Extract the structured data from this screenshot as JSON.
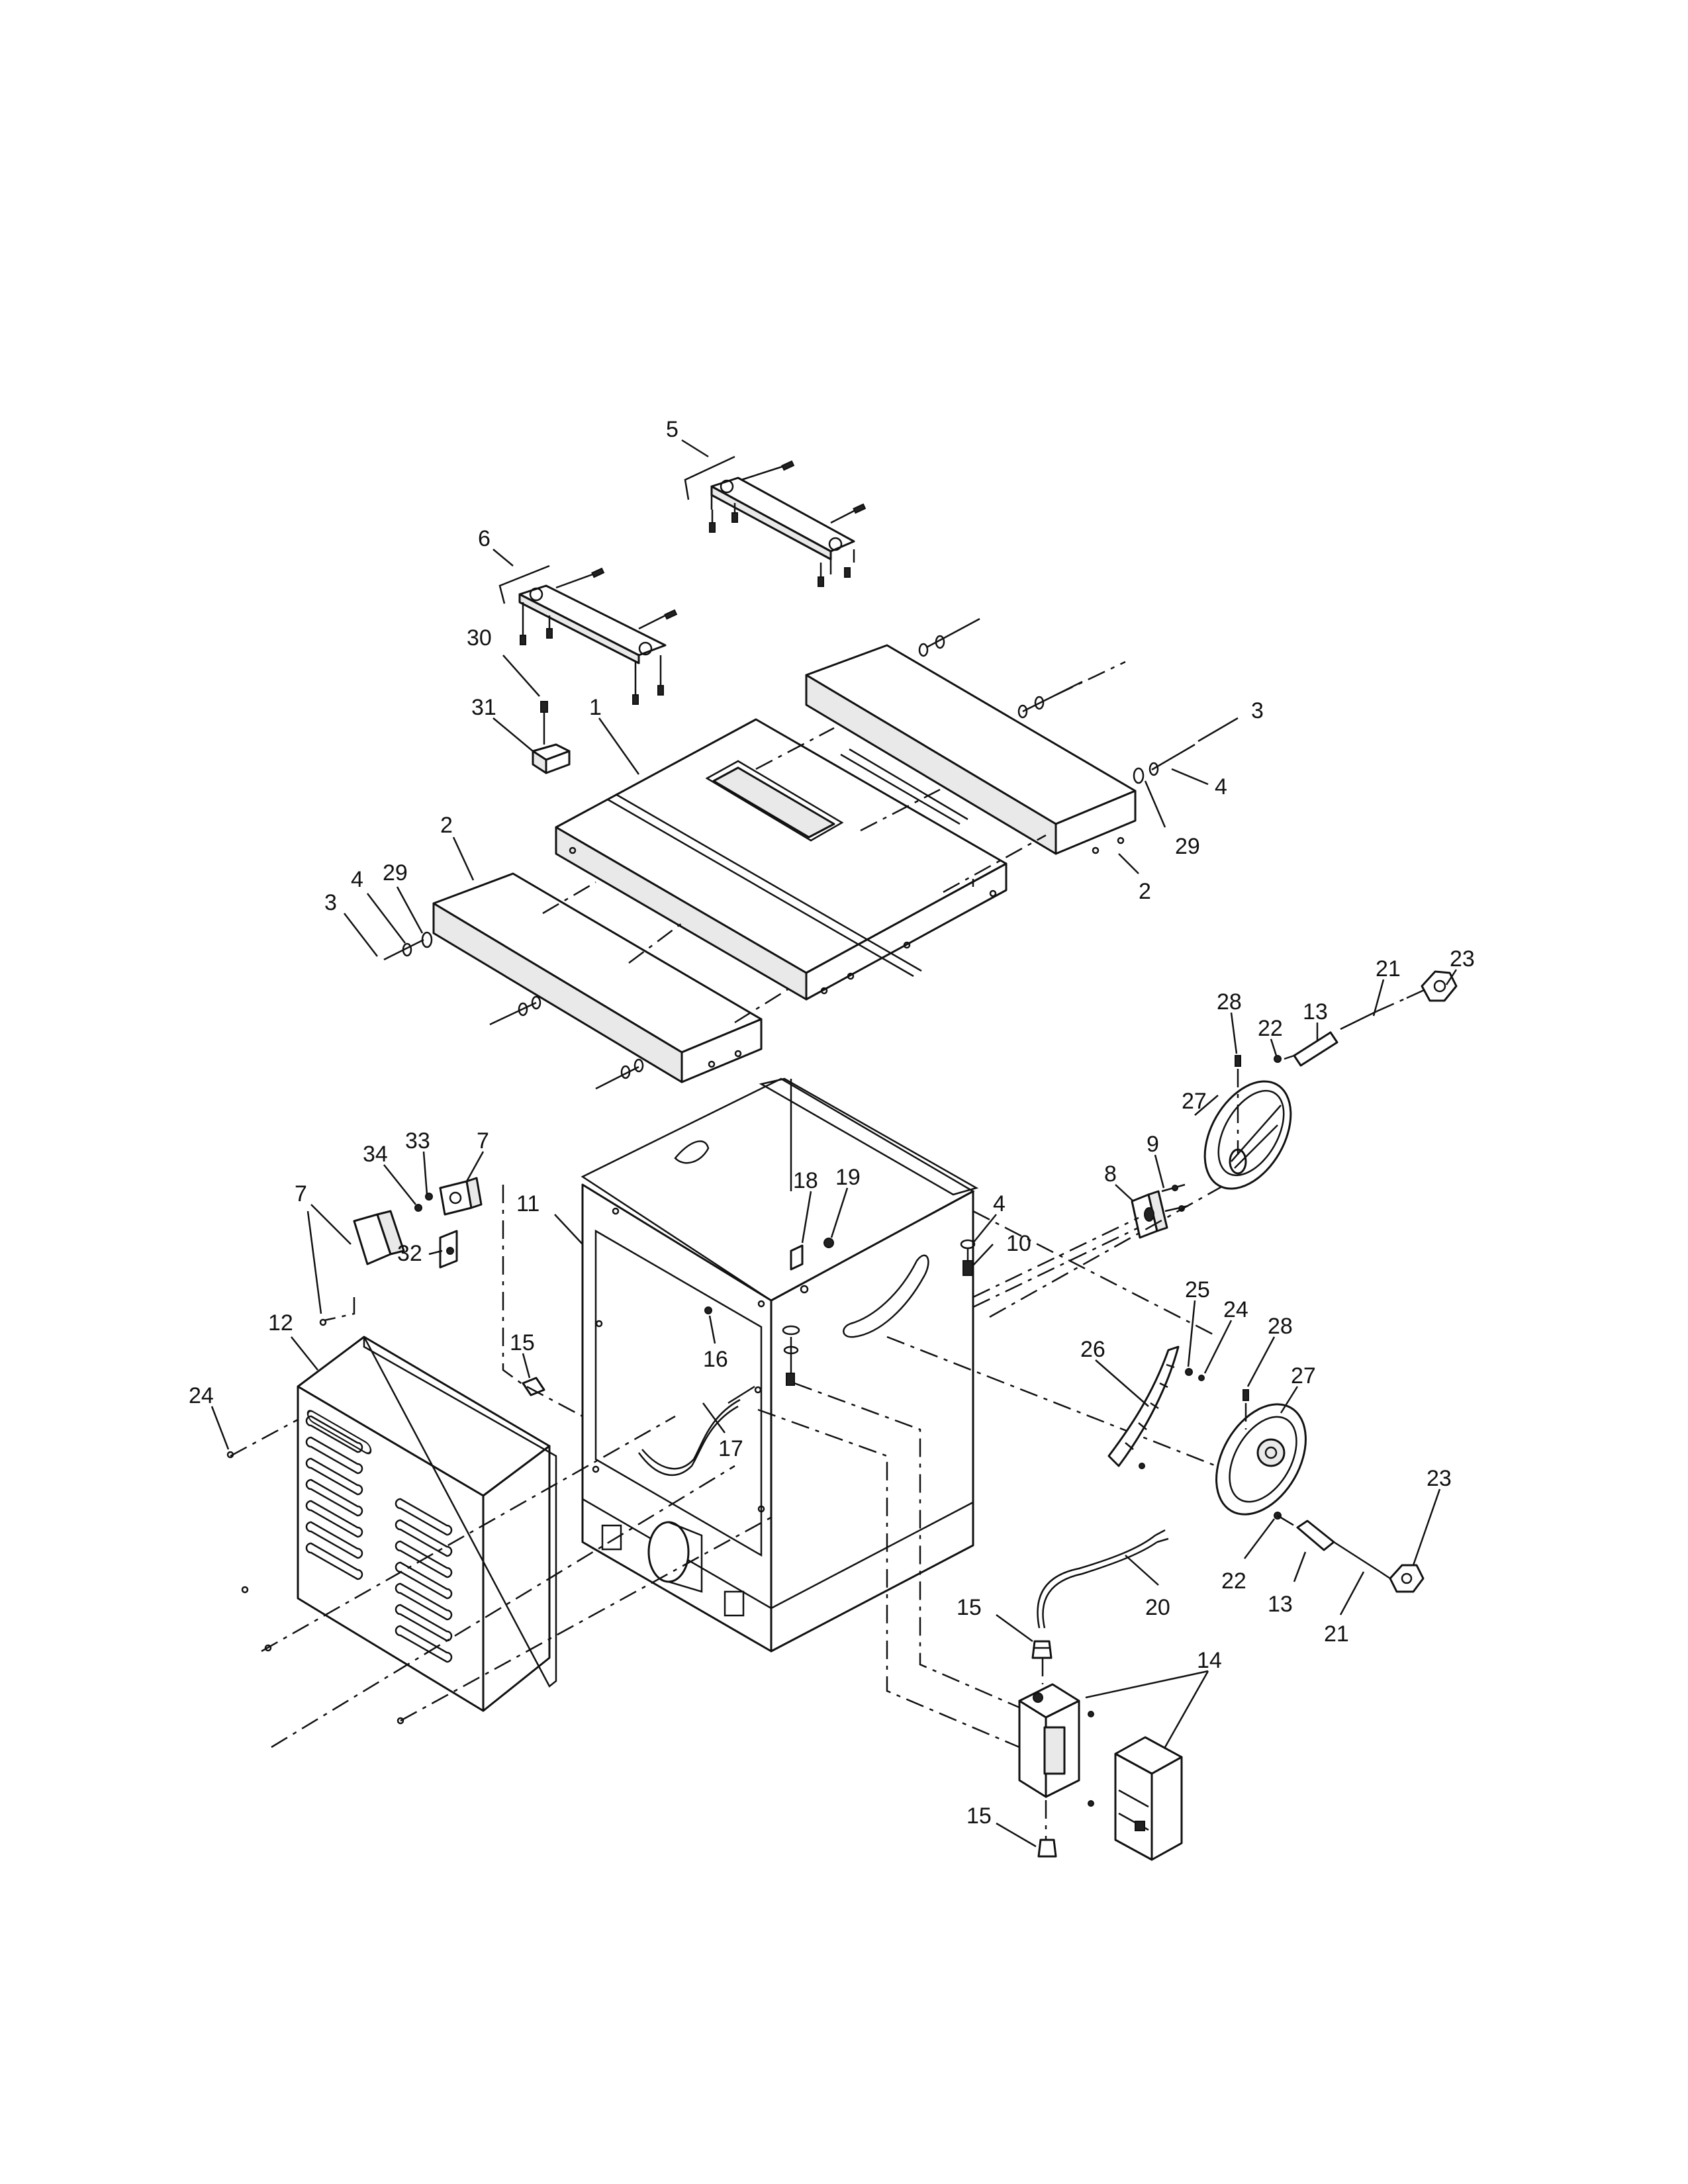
{
  "diagram": {
    "labels": [
      {
        "id": "1",
        "text": "1"
      },
      {
        "id": "2a",
        "text": "2"
      },
      {
        "id": "2b",
        "text": "2"
      },
      {
        "id": "3a",
        "text": "3"
      },
      {
        "id": "3b",
        "text": "3"
      },
      {
        "id": "4a",
        "text": "4"
      },
      {
        "id": "4b",
        "text": "4"
      },
      {
        "id": "4c",
        "text": "4"
      },
      {
        "id": "5",
        "text": "5"
      },
      {
        "id": "6",
        "text": "6"
      },
      {
        "id": "7a",
        "text": "7"
      },
      {
        "id": "7b",
        "text": "7"
      },
      {
        "id": "8",
        "text": "8"
      },
      {
        "id": "9",
        "text": "9"
      },
      {
        "id": "10",
        "text": "10"
      },
      {
        "id": "11",
        "text": "11"
      },
      {
        "id": "12",
        "text": "12"
      },
      {
        "id": "13a",
        "text": "13"
      },
      {
        "id": "13b",
        "text": "13"
      },
      {
        "id": "14",
        "text": "14"
      },
      {
        "id": "15a",
        "text": "15"
      },
      {
        "id": "15b",
        "text": "15"
      },
      {
        "id": "15c",
        "text": "15"
      },
      {
        "id": "16",
        "text": "16"
      },
      {
        "id": "17",
        "text": "17"
      },
      {
        "id": "18",
        "text": "18"
      },
      {
        "id": "19",
        "text": "19"
      },
      {
        "id": "20",
        "text": "20"
      },
      {
        "id": "21a",
        "text": "21"
      },
      {
        "id": "21b",
        "text": "21"
      },
      {
        "id": "22a",
        "text": "22"
      },
      {
        "id": "22b",
        "text": "22"
      },
      {
        "id": "23a",
        "text": "23"
      },
      {
        "id": "23b",
        "text": "23"
      },
      {
        "id": "24a",
        "text": "24"
      },
      {
        "id": "24b",
        "text": "24"
      },
      {
        "id": "25",
        "text": "25"
      },
      {
        "id": "26",
        "text": "26"
      },
      {
        "id": "27a",
        "text": "27"
      },
      {
        "id": "27b",
        "text": "27"
      },
      {
        "id": "28a",
        "text": "28"
      },
      {
        "id": "28b",
        "text": "28"
      },
      {
        "id": "29a",
        "text": "29"
      },
      {
        "id": "29b",
        "text": "29"
      },
      {
        "id": "30",
        "text": "30"
      },
      {
        "id": "31",
        "text": "31"
      },
      {
        "id": "32",
        "text": "32"
      },
      {
        "id": "33",
        "text": "33"
      },
      {
        "id": "34",
        "text": "34"
      }
    ]
  }
}
